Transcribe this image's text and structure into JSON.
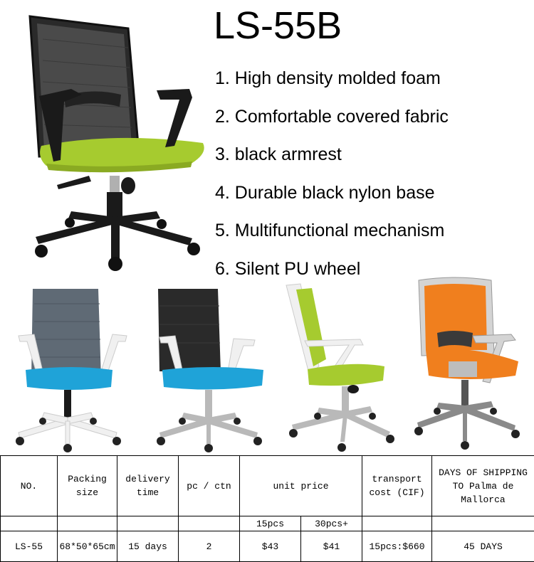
{
  "product": {
    "model": "LS-55B",
    "features": [
      "1. High density molded foam",
      "2. Comfortable covered fabric",
      "3. black armrest",
      "4. Durable black nylon base",
      "5. Multifunctional mechanism",
      "6. Silent PU wheel"
    ]
  },
  "colors": {
    "mesh_black": "#2a2a2a",
    "seat_green": "#a6cb2f",
    "seat_blue": "#1fa3d8",
    "seat_orange": "#f07f1e",
    "frame_white": "#f0f0f0",
    "base_black": "#1a1a1a",
    "base_chrome": "#b9b9b9"
  },
  "variants": [
    {
      "icon": "chair-black-green-icon"
    },
    {
      "icon": "chair-blue-white-icon"
    },
    {
      "icon": "chair-black-blue-icon"
    },
    {
      "icon": "chair-green-white-icon"
    },
    {
      "icon": "chair-orange-grey-icon"
    }
  ],
  "table": {
    "headers": {
      "no": "NO.",
      "packing": "Packing size",
      "delivery": "delivery time",
      "pc_ctn": "pc / ctn",
      "unit_price": "unit price",
      "transport": "transport cost (CIF)",
      "days_shipping": "DAYS OF SHIPPING TO Palma de Mallorca"
    },
    "subheaders": {
      "qty1": "15pcs",
      "qty2": "30pcs+"
    },
    "row": {
      "no": "LS-55",
      "packing": "68*50*65cm",
      "delivery": "15 days",
      "pc_ctn": "2",
      "price1": "$43",
      "price2": "$41",
      "transport": "15pcs:$660",
      "days": "45 DAYS"
    }
  }
}
